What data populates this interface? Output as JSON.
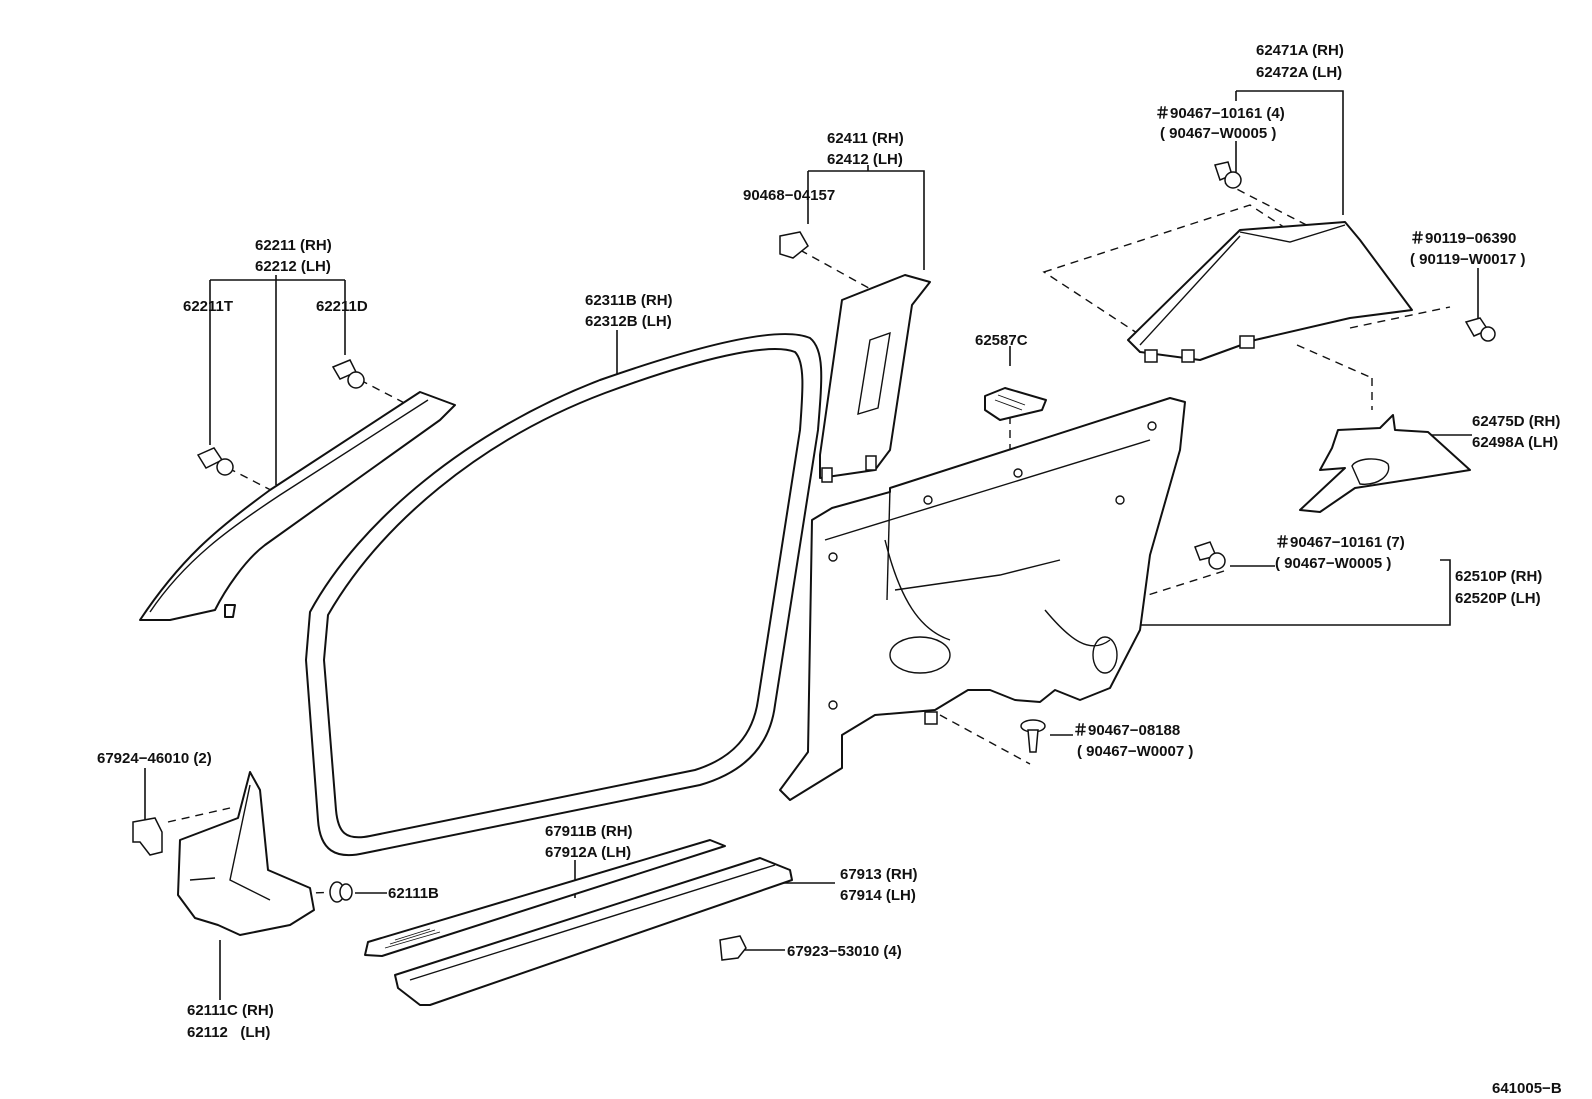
{
  "labels": {
    "a_pillar_upper_rh": "62211 (RH)",
    "a_pillar_upper_lh": "62212 (LH)",
    "a_pillar_clip_t": "62211T",
    "a_pillar_clip_d": "62211D",
    "weatherstrip_rh": "62311B (RH)",
    "weatherstrip_lh": "62312B (LH)",
    "b_pillar_rh": "62411 (RH)",
    "b_pillar_lh": "62412 (LH)",
    "b_pillar_clip": "90468−04157",
    "cover_62587c": "62587C",
    "qtr_upper_rh": "62471A (RH)",
    "qtr_upper_lh": "62472A (LH)",
    "clip_qtr_upper_a": "＃90467−10161 (4)",
    "clip_qtr_upper_b": "( 90467−W0005 )",
    "screw_a": "＃90119−06390",
    "screw_b": "( 90119−W0017 )",
    "pad_rh": "62475D (RH)",
    "pad_lh": "62498A (LH)",
    "clip_qtr_lower_a": "＃90467−10161 (7)",
    "clip_qtr_lower_b": "( 90467−W0005 )",
    "qtr_trim_rh": "62510P (RH)",
    "qtr_trim_lh": "62520P (LH)",
    "clip_bottom_a": "＃90467−08188",
    "clip_bottom_b": "( 90467−W0007 )",
    "cowl_clip": "67924−46010 (2)",
    "cowl_clip_small": "62111B",
    "cowl_rh": "62111C (RH)",
    "cowl_lh": "62112   (LH)",
    "scuff_rh": "67911B (RH)",
    "scuff_lh": "67912A (LH)",
    "step_rh": "67913 (RH)",
    "step_lh": "67914 (LH)",
    "step_clip": "67923−53010 (4)",
    "figure_code": "641005−B"
  },
  "icons": {
    "clip_icon": "push-clip",
    "screw_icon": "screw"
  }
}
